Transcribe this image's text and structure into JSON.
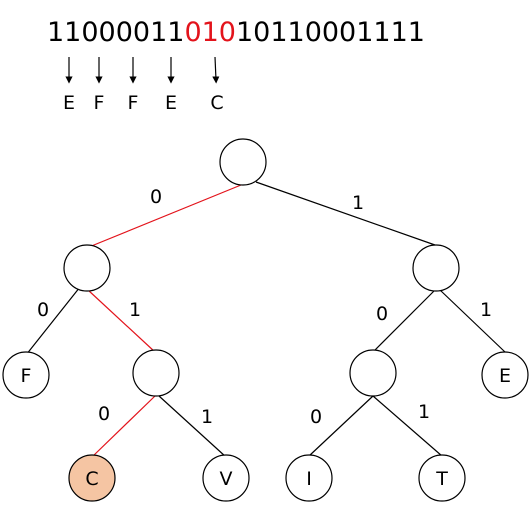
{
  "bit_string": {
    "prefix": "11000011",
    "highlight": "010",
    "suffix": "10110001111",
    "normal_color": "#000000",
    "highlight_color": "#e3131b"
  },
  "decoded_letters": [
    "E",
    "F",
    "F",
    "E",
    "C"
  ],
  "edge_labels": {
    "root_left": "0",
    "root_right": "1",
    "l_left": "0",
    "l_right": "1",
    "lr_left": "0",
    "lr_right": "1",
    "r_left": "0",
    "r_right": "1",
    "rl_left": "0",
    "rl_right": "1"
  },
  "leaves": {
    "f": "F",
    "c": "C",
    "v": "V",
    "i": "I",
    "t": "T",
    "e": "E"
  },
  "colors": {
    "path_edge": "#e3131b",
    "normal_edge": "#000000",
    "highlight_node_fill": "#f5c5a3",
    "node_fill": "#ffffff"
  }
}
